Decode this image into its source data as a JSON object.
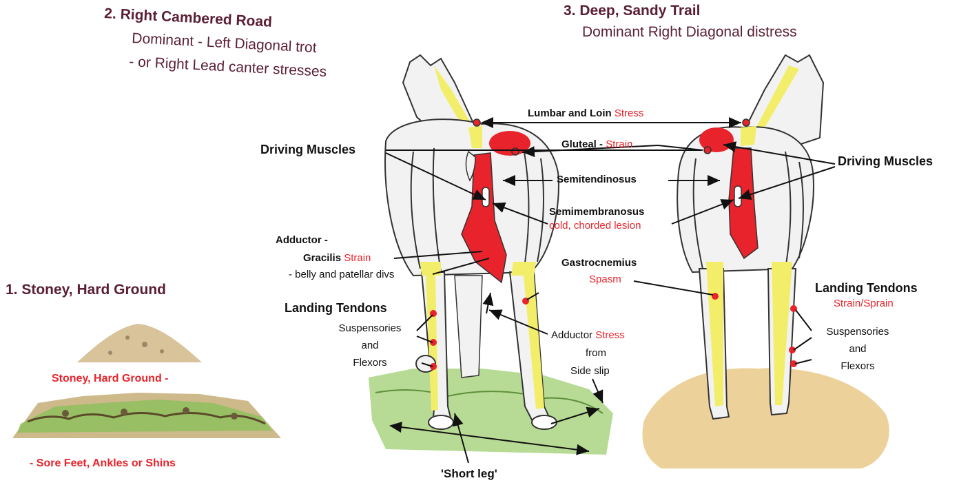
{
  "headings": {
    "road_title": "2. Right Cambered Road",
    "road_line1": "Dominant - Left Diagonal trot",
    "road_line2": "- or Right Lead canter stresses",
    "trail_title": "3. Deep, Sandy Trail",
    "trail_sub": "Dominant Right Diagonal distress",
    "ground_title": "1. Stoney, Hard Ground"
  },
  "left_panel": {
    "label_top": "Stoney, Hard Ground -",
    "label_bottom": "- Sore Feet, Ankles or Shins"
  },
  "labels": {
    "lumbar_black": "Lumbar and  Loin",
    "lumbar_red": "Stress",
    "gluteal_black": "Gluteal -",
    "gluteal_red": "Strain",
    "driving_left": "Driving Muscles",
    "driving_right": "Driving Muscles",
    "semitendinosus": "Semitendinosus",
    "semimembranosus": "Semimembranosus",
    "lesion": "cold, chorded lesion",
    "adductor_line1": "Adductor -",
    "gracilis": "Gracilis",
    "gracilis_red": "Strain",
    "belly": "- belly and patellar divs",
    "gastrocnemius": "Gastrocnemius",
    "spasm": "Spasm",
    "landing_left": "Landing Tendons",
    "susp_left1": "Suspensories",
    "susp_left2": "and",
    "susp_left3": "Flexors",
    "adductor_stress_black": "Adductor",
    "adductor_stress_red": "Stress",
    "from": "from",
    "side_slip": "Side slip",
    "short_leg": "'Short leg'",
    "landing_right": "Landing Tendons",
    "strain_sprain": "Strain/Sprain",
    "susp_right1": "Suspensories",
    "susp_right2": "and",
    "susp_right3": "Flexors"
  },
  "colors": {
    "heading": "#5a1f33",
    "alert": "#e8232b",
    "tendon": "#f3ee6a",
    "sand": "#e8c98a",
    "grass": "#8fc16a"
  }
}
